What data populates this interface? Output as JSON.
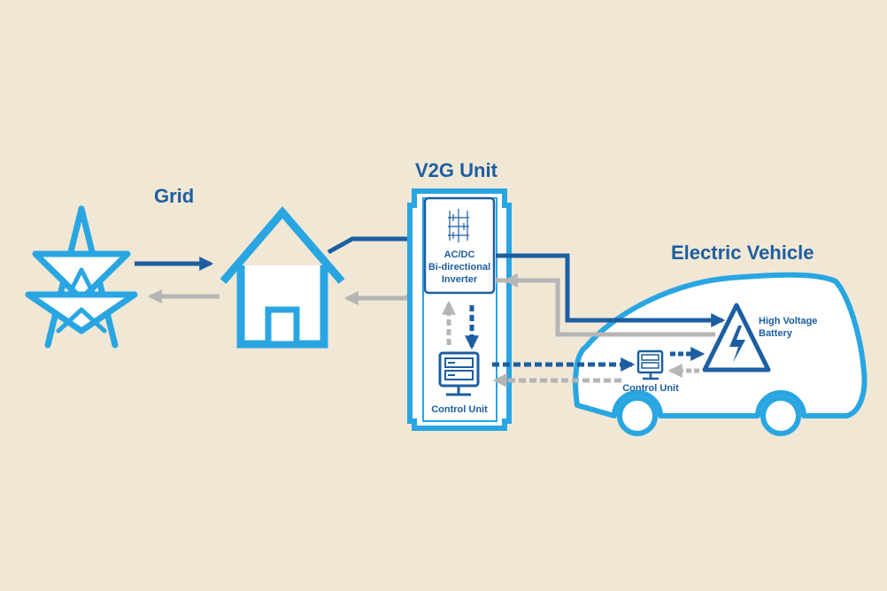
{
  "labels": {
    "grid": "Grid",
    "v2g_unit": "V2G Unit",
    "electric_vehicle": "Electric Vehicle",
    "inverter_line1": "AC/DC",
    "inverter_line2": "Bi-directional",
    "inverter_line3": "Inverter",
    "control_unit_station": "Control Unit",
    "control_unit_vehicle": "Control Unit",
    "battery_line1": "High Voltage",
    "battery_line2": "Battery"
  },
  "icons": {
    "pylon": "power-pylon-icon",
    "house": "house-icon",
    "inverter": "inverter-circuit-icon",
    "control_unit": "server-icon",
    "battery": "high-voltage-icon",
    "vehicle": "car-outline-icon"
  },
  "colors": {
    "background": "#f1e7d5",
    "light_blue": "#29a6e2",
    "dark_blue": "#1c5ea1",
    "gray": "#b5b5b5",
    "white": "#ffffff"
  }
}
